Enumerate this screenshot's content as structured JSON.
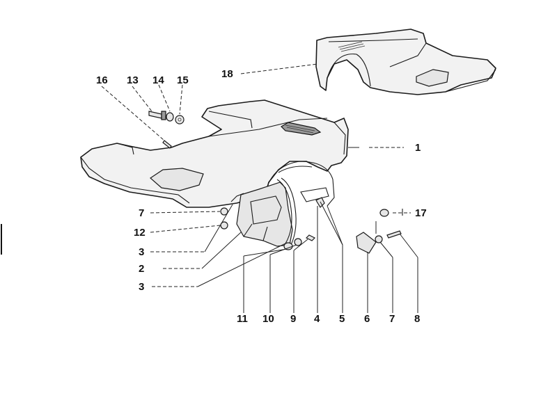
{
  "diagram": {
    "callouts": {
      "c1": "1",
      "c2": "2",
      "c3a": "3",
      "c3b": "3",
      "c4": "4",
      "c5": "5",
      "c6": "6",
      "c7a": "7",
      "c7b": "7",
      "c8": "8",
      "c9": "9",
      "c10": "10",
      "c11": "11",
      "c12": "12",
      "c13": "13",
      "c14": "14",
      "c15": "15",
      "c16": "16",
      "c17": "17",
      "c18": "18"
    }
  }
}
